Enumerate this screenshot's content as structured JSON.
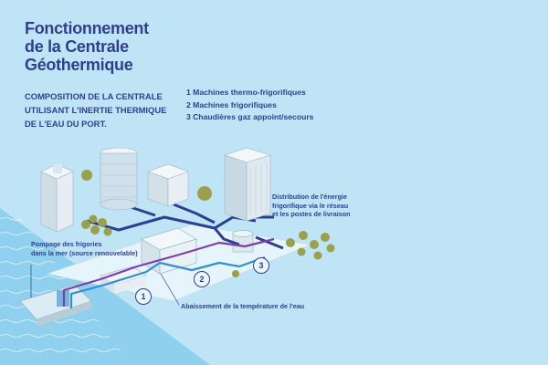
{
  "title": {
    "line1": "Fonctionnement",
    "line2": "de la Centrale",
    "line3": "Géothermique"
  },
  "subtitle": {
    "line1": "COMPOSITION DE LA CENTRALE",
    "line2": "UTILISANT L'INERTIE THERMIQUE",
    "line3": "DE L'EAU DU PORT."
  },
  "legend": [
    {
      "label": "1 Machines thermo-frigorifiques"
    },
    {
      "label": "2 Machines frigorifiques"
    },
    {
      "label": "3 Chaudières gaz appoint/secours"
    }
  ],
  "callouts": {
    "distribution": {
      "line1": "Distribution de l'énergie",
      "line2": "frigorifique via le réseau",
      "line3": "et les postes de livraison"
    },
    "pompage": {
      "line1": "Pompage des frigories",
      "line2": "dans la mer (source renouvelable)"
    },
    "abaissement": "Abaissement de la température de l'eau"
  },
  "markers": [
    "1",
    "2",
    "3"
  ],
  "colors": {
    "background": "#bfe4f6",
    "text": "#2f3f8f",
    "network_pipe": "#2f3f8f",
    "cold_pipe": "#2f8fd0",
    "warm_pipe": "#7b3fa6",
    "sea": "#8fd0ee",
    "tree": "#9aa14a"
  }
}
